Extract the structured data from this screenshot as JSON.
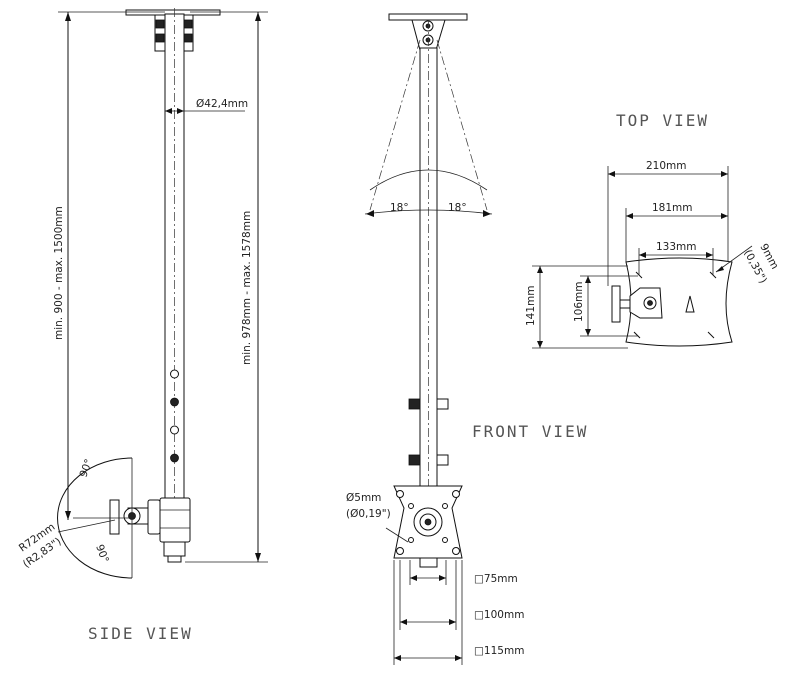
{
  "views": {
    "side": "SIDE VIEW",
    "front": "FRONT VIEW",
    "top": "TOP VIEW"
  },
  "side_view": {
    "pole_diameter": "Ø42,4mm",
    "length_range": "min. 900 - max. 1500mm",
    "total_length_range": "min. 978mm - max. 1578mm",
    "tilt_up": "90°",
    "tilt_down": "90°",
    "radius_mm": "R72mm",
    "radius_in": "(R2,83\")"
  },
  "front_view": {
    "swivel_left": "18°",
    "swivel_right": "18°",
    "hole_mm": "Ø5mm",
    "hole_in": "(Ø0,19\")",
    "vesa_75": "□75mm",
    "vesa_100": "□100mm",
    "vesa_115": "□115mm"
  },
  "top_view": {
    "width_210": "210mm",
    "width_181": "181mm",
    "width_133": "133mm",
    "height_141": "141mm",
    "height_106": "106mm",
    "slot_mm": "9mm",
    "slot_in": "(0,35\")"
  }
}
